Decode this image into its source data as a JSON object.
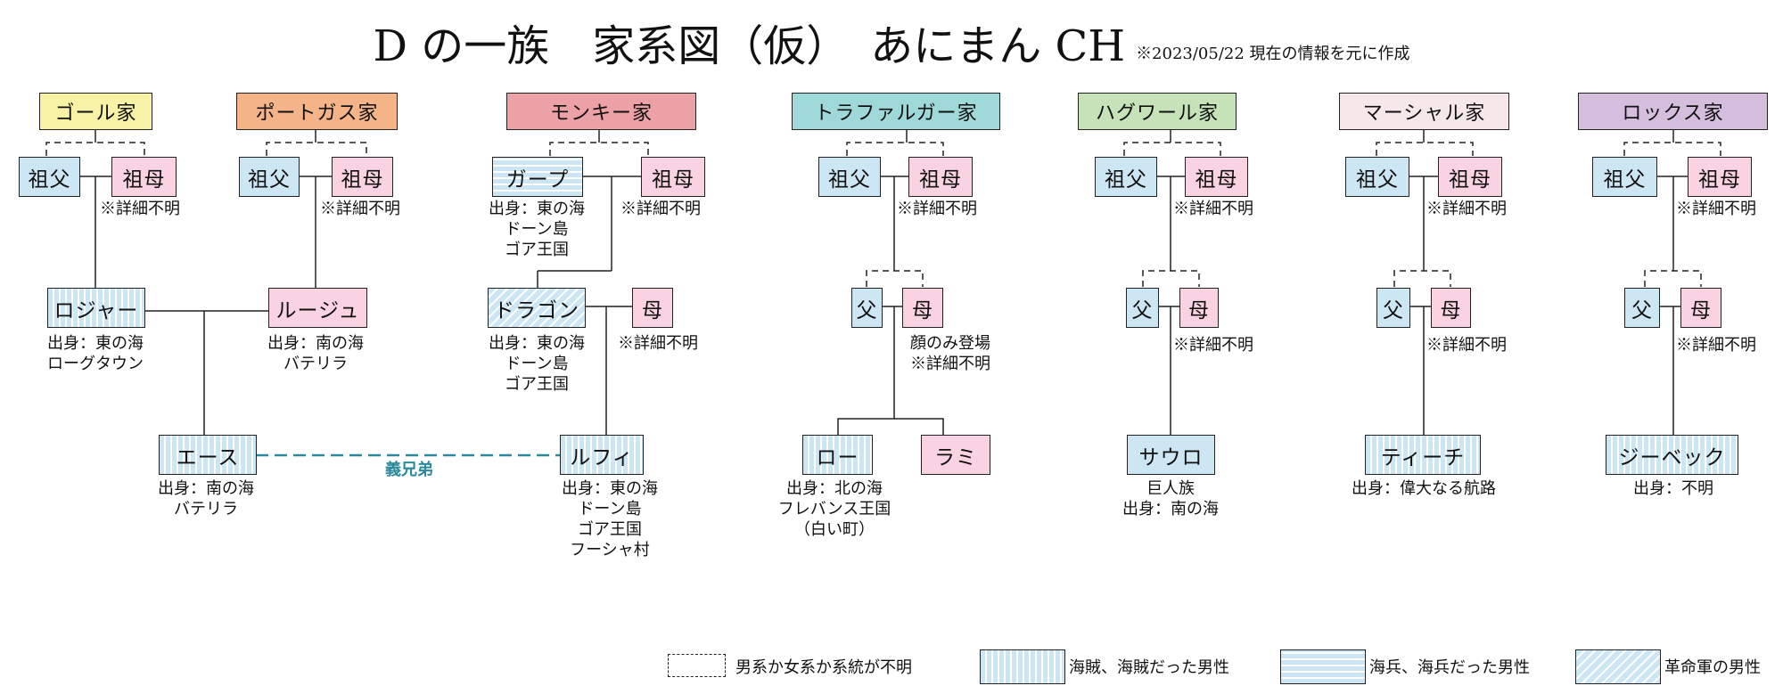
{
  "title": {
    "main": "D の一族　家系図（仮）　あにまん CH",
    "note": "※2023/05/22 現在の情報を元に作成"
  },
  "houses": [
    {
      "name": "ゴール家",
      "color": "#f7f2a6"
    },
    {
      "name": "ポートガス家",
      "color": "#f4b487"
    },
    {
      "name": "モンキー家",
      "color": "#eca1a6"
    },
    {
      "name": "トラファルガー家",
      "color": "#9ed8d8"
    },
    {
      "name": "ハグワール家",
      "color": "#c5e2b8"
    },
    {
      "name": "マーシャル家",
      "color": "#f6e7ea"
    },
    {
      "name": "ロックス家",
      "color": "#d5bedd"
    }
  ],
  "people": {
    "gol_gf": "祖父",
    "gol_gm": "祖母",
    "por_gf": "祖父",
    "por_gm": "祖母",
    "garp": "ガープ",
    "mon_gm": "祖母",
    "tra_gf": "祖父",
    "tra_gm": "祖母",
    "hag_gf": "祖父",
    "hag_gm": "祖母",
    "mar_gf": "祖父",
    "mar_gm": "祖母",
    "roc_gf": "祖父",
    "roc_gm": "祖母",
    "roger": "ロジャー",
    "rouge": "ルージュ",
    "dragon": "ドラゴン",
    "mon_mother": "母",
    "tra_father": "父",
    "tra_mother": "母",
    "hag_father": "父",
    "hag_mother": "母",
    "mar_father": "父",
    "mar_mother": "母",
    "roc_father": "父",
    "roc_mother": "母",
    "ace": "エース",
    "luffy": "ルフィ",
    "law": "ロー",
    "lami": "ラミ",
    "saul": "サウロ",
    "teach": "ティーチ",
    "zbeck": "ジーベック"
  },
  "notes": {
    "unknown": "※詳細不明",
    "garp": "出身：東の海\nドーン島\nゴア王国",
    "roger": "出身：東の海\nローグタウン",
    "rouge": "出身：南の海\nバテリラ",
    "dragon": "出身：東の海\nドーン島\nゴア王国",
    "tra_mother": "顔のみ登場\n※詳細不明",
    "ace": "出身：南の海\nバテリラ",
    "luffy": "出身：東の海\nドーン島\nゴア王国\nフーシャ村",
    "law": "出身：北の海\nフレバンス王国\n（白い町）",
    "saul": "巨人族\n出身：南の海",
    "teach": "出身：偉大なる航路",
    "zbeck": "出身：不明"
  },
  "sibling_label": "義兄弟",
  "legend": {
    "unknown_line": "男系か女系か系統が不明",
    "pirate": "海賊、海賊だった男性",
    "marine": "海兵、海兵だった男性",
    "revolutionary": "革命軍の男性"
  },
  "colors": {
    "male": "#cde6f4",
    "female": "#f9d3e1",
    "sibling_line": "#2a8a9c"
  }
}
